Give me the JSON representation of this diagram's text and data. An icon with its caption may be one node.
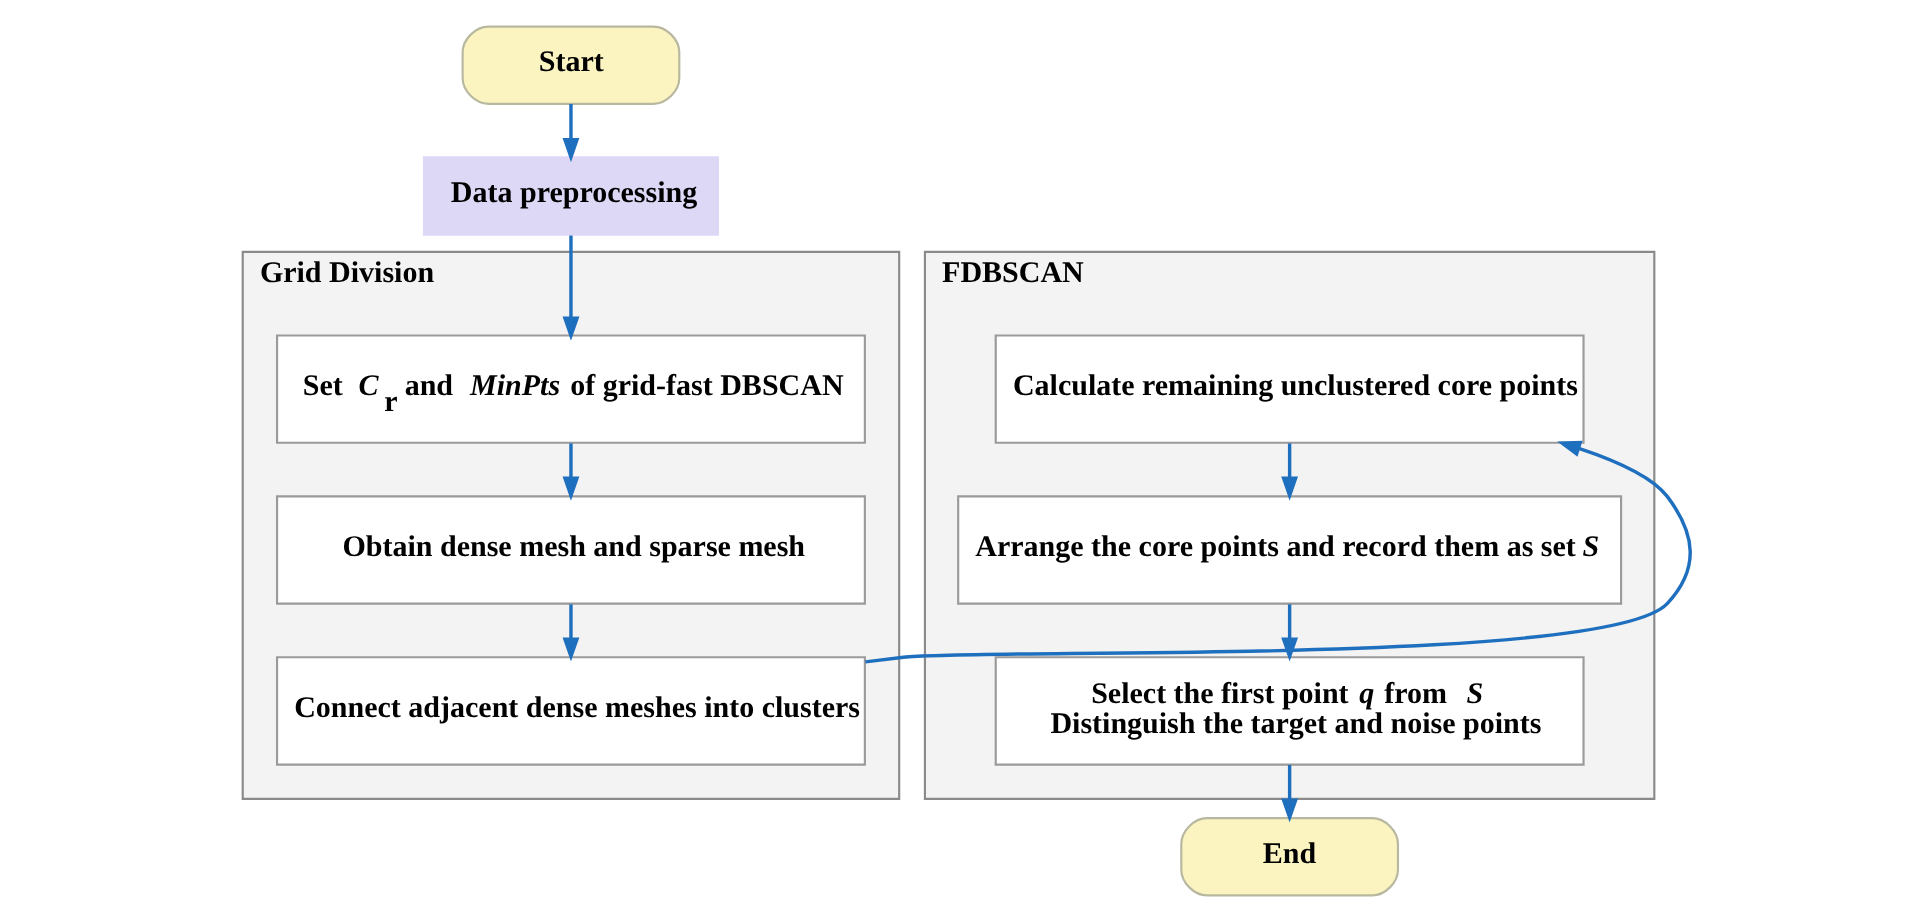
{
  "diagram": {
    "nodes": [
      {
        "text": [
          "Start"
        ]
      },
      {
        "text": [
          "Data preprocessing"
        ]
      },
      {
        "text": [
          "Grid Division"
        ]
      },
      {
        "text": [
          "Set *C*$_{r}$ and *MinPts* of grid-fast DBSCAN"
        ],
        "in": 2
      },
      {
        "text": [
          "Obtain dense mesh and sparse mesh"
        ],
        "in": 2
      },
      {
        "text": [
          "Connect adjacent dense meshes into clusters"
        ],
        "in": 2
      },
      {
        "text": [
          "FDBSCAN"
        ]
      },
      {
        "text": [
          "Calculate remaining unclustered core points"
        ],
        "in": 6
      },
      {
        "text": [
          "Arrange the core points and record them as set *S*"
        ],
        "in": 6
      },
      {
        "text": [
          "Select the first point *q* from *S*",
          "Distinguish the target and noise points"
        ],
        "in": 6
      },
      {
        "text": [
          "End"
        ]
      }
    ],
    "edges": [
      {
        "from": 0,
        "to": 1,
        "arrow": "to",
        "color": "#1f6fbf"
      },
      {
        "from": 1,
        "to": 3,
        "arrow": "to",
        "color": "#1f6fbf"
      },
      {
        "from": 3,
        "to": 4,
        "arrow": "to",
        "color": "#1f6fbf"
      },
      {
        "from": 4,
        "to": 5,
        "arrow": "to",
        "color": "#1f6fbf"
      },
      {
        "from": 5,
        "to": 7,
        "arrow": "to",
        "color": "#1f6fbf"
      },
      {
        "from": 7,
        "to": 8,
        "arrow": "to",
        "color": "#1f6fbf"
      },
      {
        "from": 8,
        "to": 9,
        "arrow": "to",
        "color": "#1f6fbf"
      },
      {
        "from": 9,
        "to": 10,
        "arrow": "to",
        "color": "#1f6fbf"
      }
    ]
  }
}
